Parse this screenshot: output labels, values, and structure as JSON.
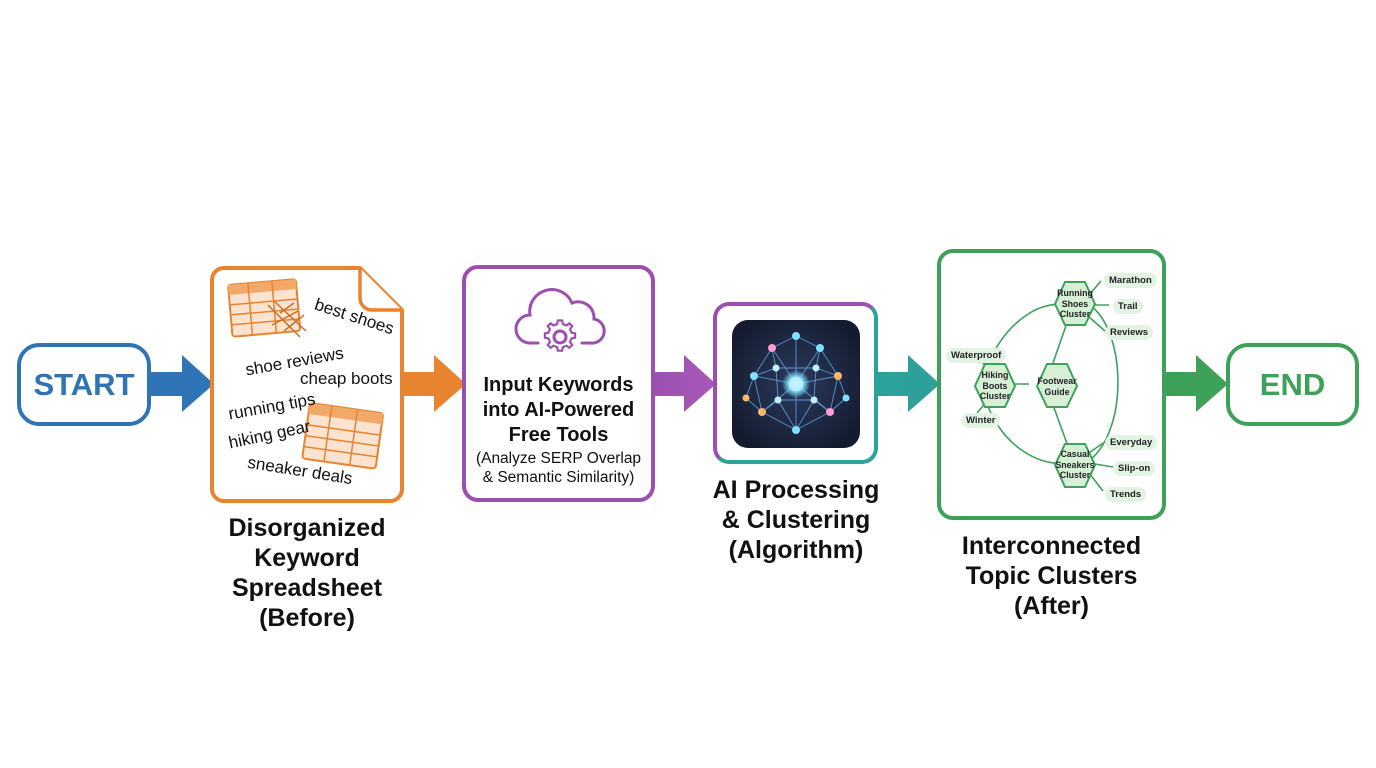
{
  "start_label": "START",
  "end_label": "END",
  "steps": {
    "spreadsheet": {
      "caption": [
        "Disorganized",
        "Keyword",
        "Spreadsheet",
        "(Before)"
      ],
      "keywords": [
        "best shoes",
        "shoe reviews",
        "cheap boots",
        "running tips",
        "hiking gear",
        "sneaker deals"
      ]
    },
    "tools": {
      "title": [
        "Input Keywords",
        "into AI-Powered",
        "Free Tools"
      ],
      "subtitle": [
        "(Analyze SERP Overlap",
        "& Semantic Similarity)"
      ]
    },
    "processing": {
      "caption": [
        "AI Processing",
        "& Clustering",
        "(Algorithm)"
      ]
    },
    "clusters": {
      "caption": [
        "Interconnected",
        "Topic Clusters",
        "(After)"
      ],
      "hubs": {
        "running": [
          "Running",
          "Shoes",
          "Cluster"
        ],
        "hiking": [
          "Hiking",
          "Boots",
          "Cluster"
        ],
        "guide": [
          "Footwear",
          "Guide"
        ],
        "casual": [
          "Casual",
          "Sneakers",
          "Cluster"
        ]
      },
      "tags": {
        "marathon": "Marathon",
        "trail": "Trail",
        "reviews": "Reviews",
        "waterproof": "Waterproof",
        "winter": "Winter",
        "everyday": "Everyday",
        "slipon": "Slip-on",
        "trends": "Trends"
      }
    }
  },
  "colors": {
    "blue": "#2f74b5",
    "orange": "#e8832f",
    "purple": "#9b4fb0",
    "teal": "#2aa39a",
    "green": "#3ea15a"
  }
}
